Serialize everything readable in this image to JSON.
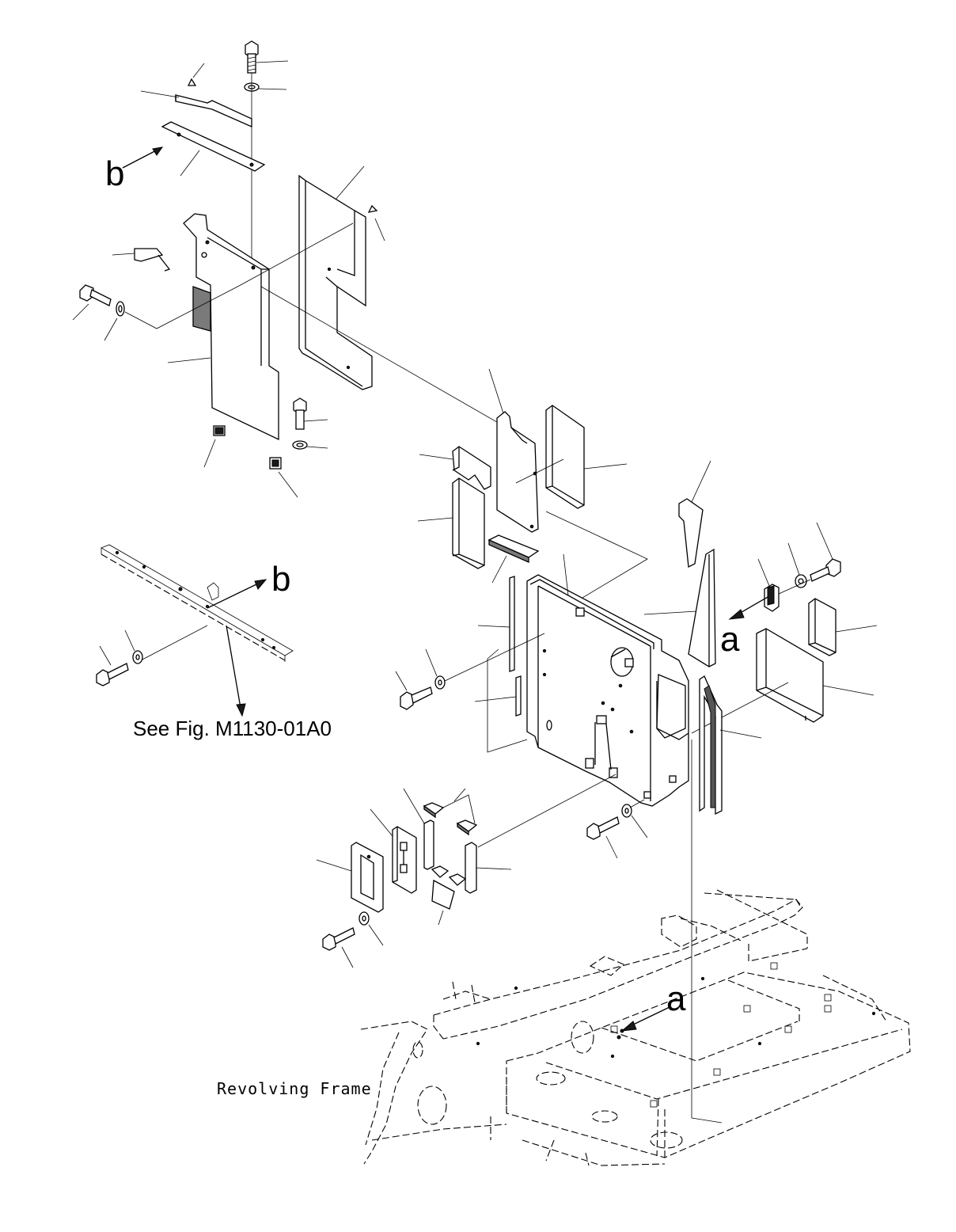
{
  "diagram": {
    "view_labels": {
      "b_top": "b",
      "b_beam": "b",
      "a_bracket": "a",
      "a_frame": "a"
    },
    "reference_note": "See Fig. M1130-01A0",
    "frame_label": "Revolving Frame",
    "line_color": "#000000",
    "background": "#ffffff"
  }
}
